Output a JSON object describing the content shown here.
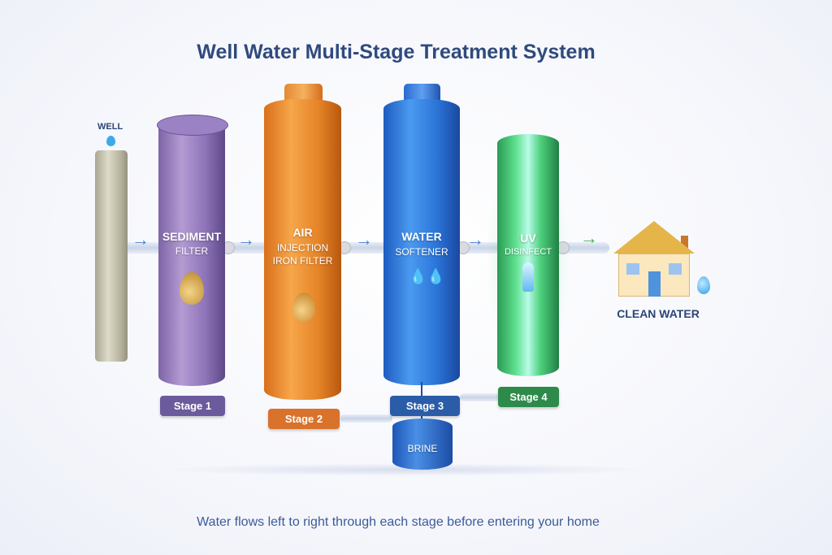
{
  "title": "Well Water Multi-Stage Treatment System",
  "well": {
    "label": "WELL"
  },
  "stages": [
    {
      "name_line1": "SEDIMENT",
      "name_line2": "FILTER",
      "badge": "Stage 1",
      "color": "#7b64a8"
    },
    {
      "name_line1": "AIR",
      "name_line2": "INJECTION",
      "name_line3": "IRON FILTER",
      "badge": "Stage 2",
      "color": "#e07a26"
    },
    {
      "name_line1": "WATER",
      "name_line2": "SOFTENER",
      "badge": "Stage 3",
      "color": "#2462c4"
    },
    {
      "name_line1": "UV",
      "name_line2": "DISINFECT",
      "badge": "Stage 4",
      "color": "#2f9a4e"
    }
  ],
  "brine": {
    "label": "BRINE"
  },
  "destination": {
    "label": "CLEAN WATER"
  },
  "footer": "Water flows left to right through each stage before entering your home"
}
